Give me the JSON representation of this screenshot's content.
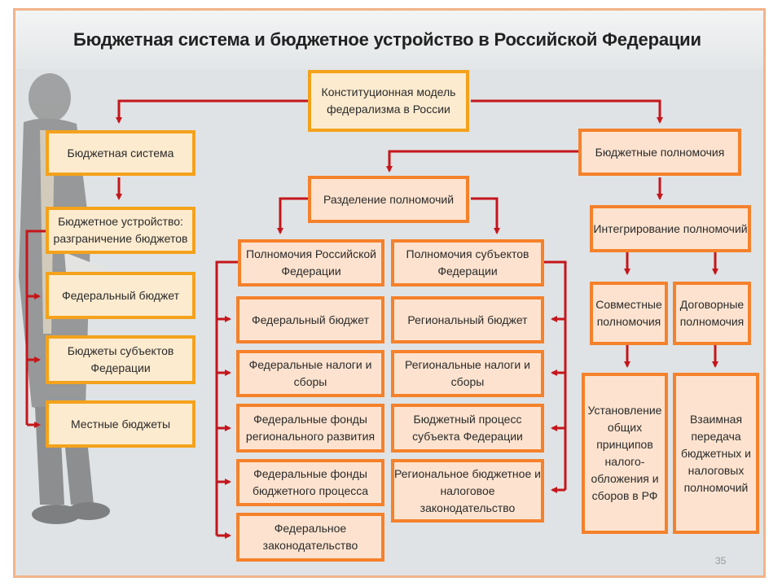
{
  "title": "Бюджетная система и бюджетное устройство в Российской Федерации",
  "page_number": "35",
  "colors": {
    "arrow": "#c4161c",
    "border_orange": "#f5812b",
    "border_yellow": "#f4a21b",
    "fill": "#fde3cf"
  },
  "boxes": {
    "constitutional": "Конституционная модель федерализма в России",
    "budget_system": "Бюджетная система",
    "budget_structure": "Бюджетное устройство: разграничение бюджетов",
    "federal_budget_left": "Федеральный бюджет",
    "subject_budgets": "Бюджеты субъектов Федерации",
    "local_budgets": "Местные бюджеты",
    "budget_powers": "Бюджетные полномочия",
    "separation": "Разделение полномочий",
    "integration": "Интегрирование полномочий",
    "rf_powers": "Полномочия Российской Федерации",
    "subject_powers": "Полномочия субъектов Федерации",
    "joint_powers": "Совместные полномочия",
    "contract_powers": "Договорные полномочия",
    "fed_budget": "Федеральный бюджет",
    "fed_taxes": "Федеральные налоги и сборы",
    "fed_funds_regional": "Федеральные фонды регионального развития",
    "fed_funds_process": "Федеральные фонды бюджетного процесса",
    "fed_law": "Федеральное законодательство",
    "reg_budget": "Региональный бюджет",
    "reg_taxes": "Региональные налоги и сборы",
    "reg_process": "Бюджетный процесс субъекта Федерации",
    "reg_law": "Региональное бюджетное и налоговое законодательство",
    "general_principles": "Установление общих принципов налого-обложения и сборов в РФ",
    "mutual_transfer": "Взаимная передача бюджетных и налоговых полномочий"
  }
}
